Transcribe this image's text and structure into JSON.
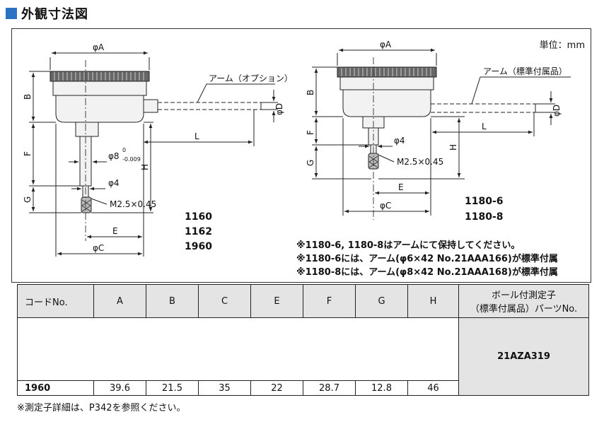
{
  "title": "外観寸法図",
  "unit_label": "単位：mm",
  "drawing_left": {
    "dim_A": "φA",
    "dim_B": "B",
    "dim_D": "φD",
    "dim_L": "L",
    "dim_F": "F",
    "dim_H": "H",
    "dim_stem": "φ8",
    "dim_stem_tol_upper": "0",
    "dim_stem_tol_lower": "-0.009",
    "dim_tip": "φ4",
    "dim_G": "G",
    "dim_thread": "M2.5×0.45",
    "dim_E": "E",
    "dim_C": "φC",
    "arm_label": "アーム（オプション）",
    "models": [
      "1160",
      "1162",
      "1960"
    ]
  },
  "drawing_right": {
    "dim_A": "φA",
    "dim_B": "B",
    "dim_D": "φD",
    "dim_L": "L",
    "dim_F": "F",
    "dim_H": "H",
    "dim_tip": "φ4",
    "dim_G": "G",
    "dim_thread": "M2.5×0.45",
    "dim_E": "E",
    "dim_C": "φC",
    "arm_label": "アーム（標準付属品）",
    "models": [
      "1180-6",
      "1180-8"
    ]
  },
  "notes": [
    "※1180-6, 1180-8はアームにて保持してください。",
    "※1180-6には、アーム(φ6×42 No.21AAA166)が標準付属",
    "※1180-8には、アーム(φ8×42 No.21AAA168)が標準付属"
  ],
  "table": {
    "headers": [
      "コードNo.",
      "A",
      "B",
      "C",
      "E",
      "F",
      "G",
      "H"
    ],
    "parts_header": [
      "ボール付測定子",
      "（標準付属品）パーツNo."
    ],
    "rows": [
      {
        "cells": [
          "1960",
          "39.6",
          "21.5",
          "35",
          "22",
          "28.7",
          "12.8",
          "46"
        ]
      }
    ],
    "parts_no": "21AZA319"
  },
  "footnote": "※測定子詳細は、P342を参照ください。"
}
